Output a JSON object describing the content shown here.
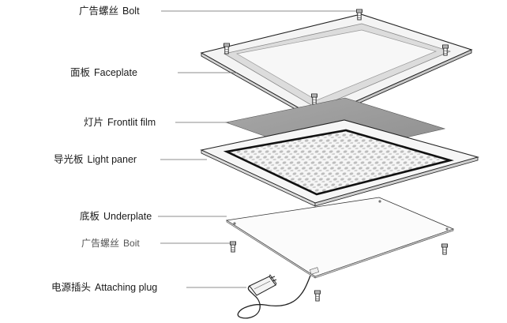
{
  "labels": [
    {
      "zh": "广告螺丝",
      "en": "Bolt"
    },
    {
      "zh": "面板",
      "en": "Faceplate"
    },
    {
      "zh": "灯片",
      "en": "Frontlit film"
    },
    {
      "zh": "导光板",
      "en": "Light paner"
    },
    {
      "zh": "底板",
      "en": "Underplate"
    },
    {
      "zh": "广告螺丝",
      "en": "Boit"
    },
    {
      "zh": "电源插头",
      "en": "Attaching plug"
    }
  ],
  "colors": {
    "outline": "#222222",
    "faceplate_fill": "#f4f4f4",
    "faceplate_inner": "#dcdcdc",
    "film_fill": "#9a9a9a",
    "dot_grid": "#bdbdbd",
    "panel_border": "#111111",
    "leader_line": "#666666"
  },
  "icons": [
    "bolt-icon",
    "plug-icon",
    "dot-matrix-pattern"
  ]
}
